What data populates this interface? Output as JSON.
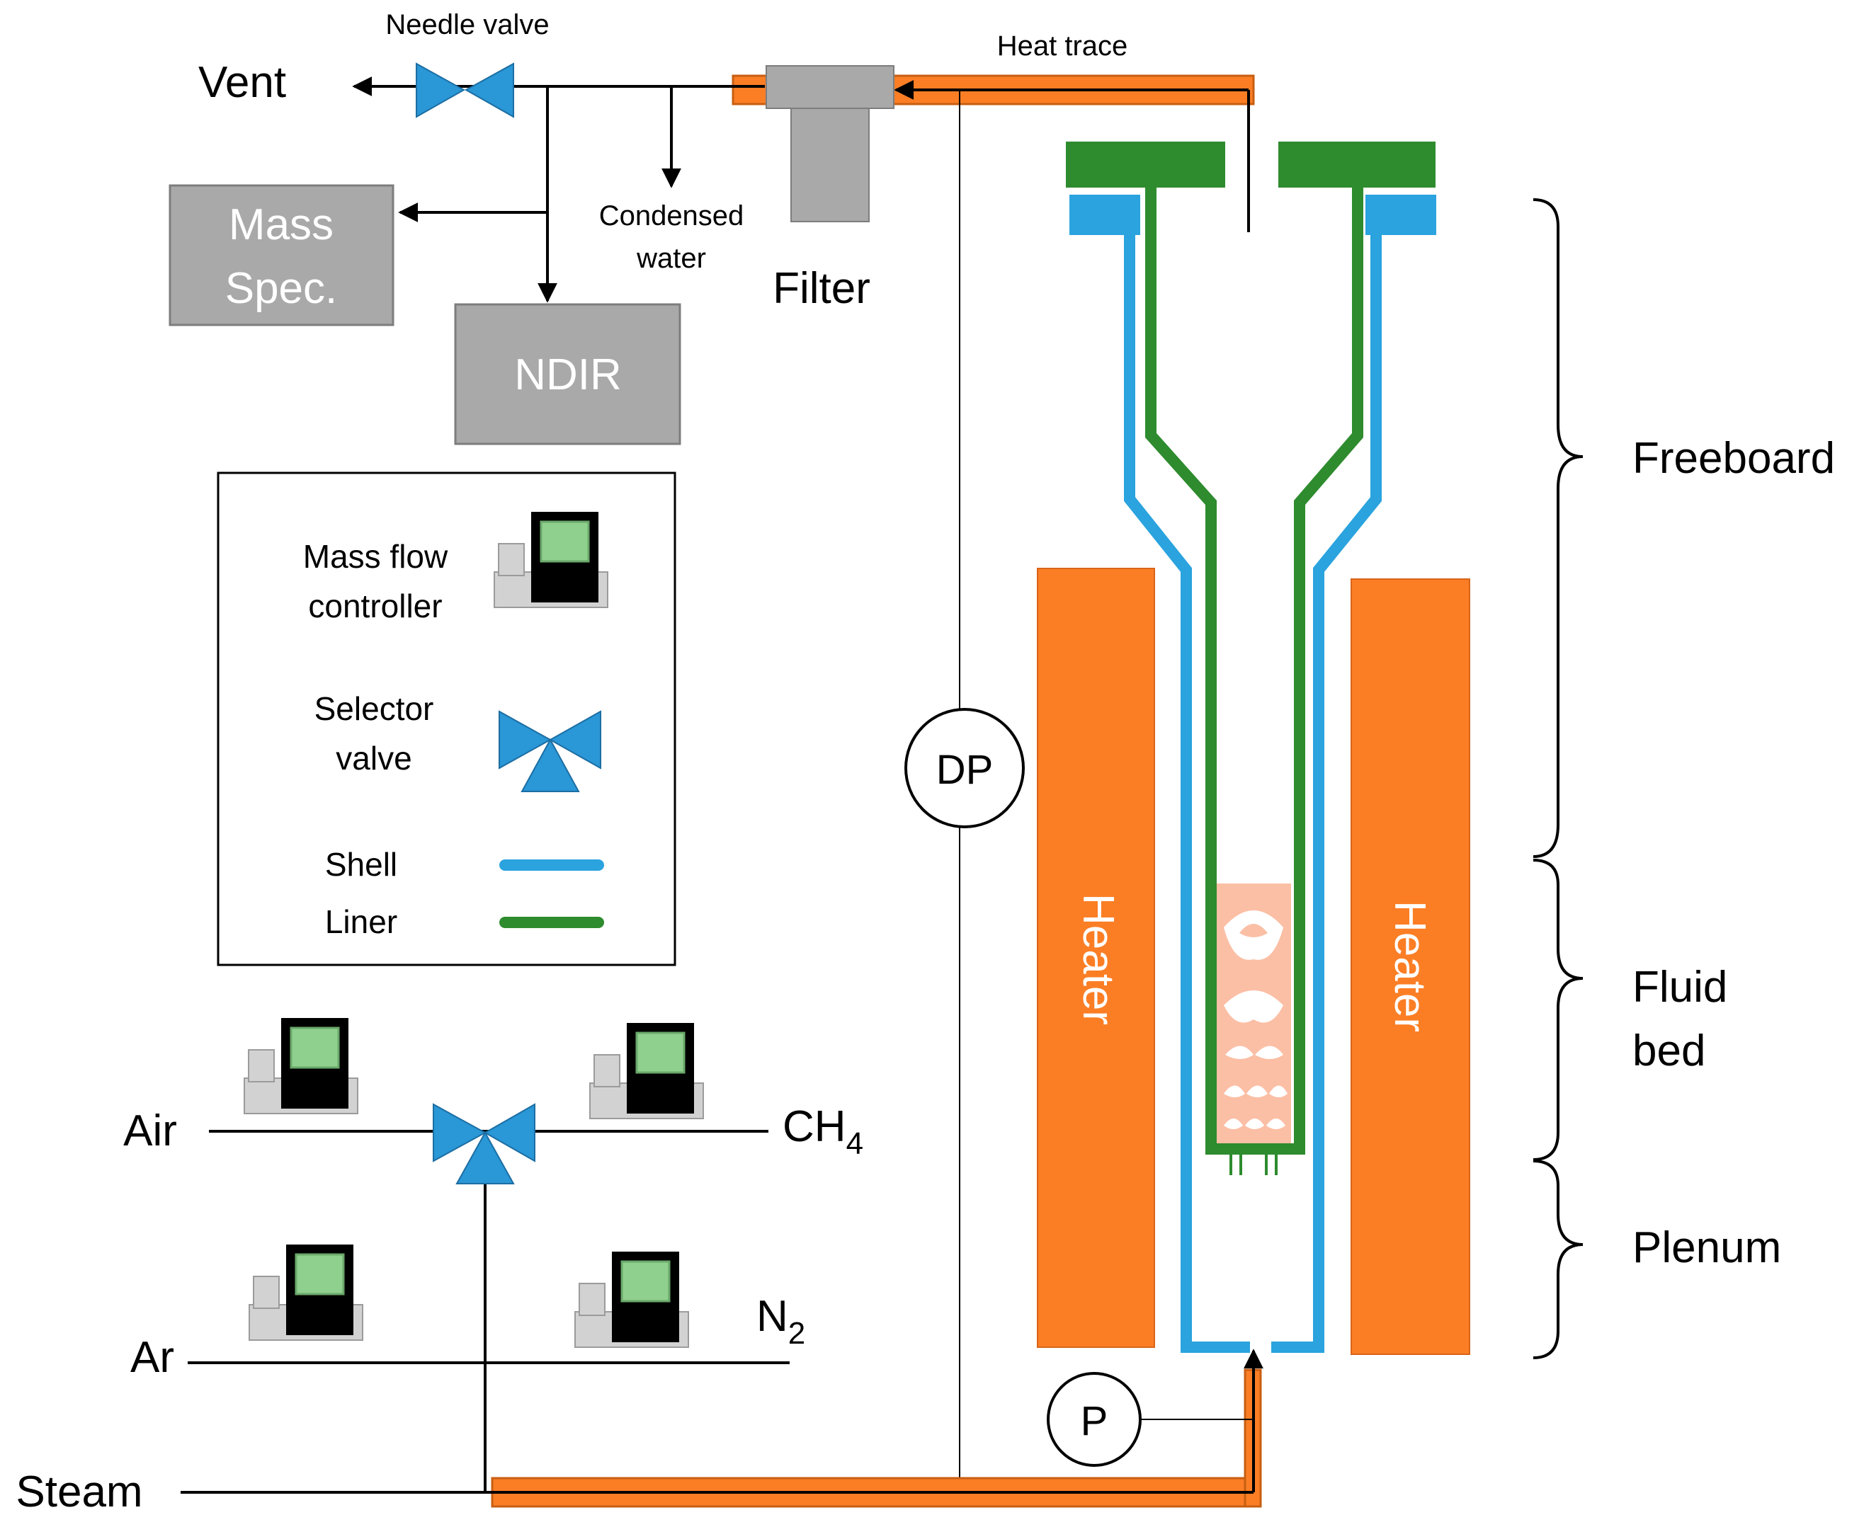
{
  "labels": {
    "needle_valve": "Needle valve",
    "vent": "Vent",
    "heat_trace": "Heat trace",
    "mass_spec_line1": "Mass",
    "mass_spec_line2": "Spec.",
    "condensed_line1": "Condensed",
    "condensed_line2": "water",
    "filter": "Filter",
    "ndir": "NDIR",
    "dp": "DP",
    "p": "P",
    "heater_left": "Heater",
    "heater_right": "Heater",
    "freeboard": "Freeboard",
    "fluid_line1": "Fluid",
    "fluid_line2": "bed",
    "plenum": "Plenum",
    "air": "Air",
    "ch4_main": "CH",
    "ch4_sub": "4",
    "ar": "Ar",
    "n2_main": "N",
    "n2_sub": "2",
    "steam": "Steam"
  },
  "legend": {
    "mfc_line1": "Mass flow",
    "mfc_line2": "controller",
    "selector_line1": "Selector",
    "selector_line2": "valve",
    "shell": "Shell",
    "liner": "Liner"
  },
  "colors": {
    "shell": "#2aa3de",
    "liner": "#2e8b2e",
    "heater": "#fb7e25",
    "heat_trace": "#fb7e25",
    "instrument": "#a9a9a9",
    "valve": "#2a97d6",
    "bed": "#fbbfa5",
    "mfc_screen": "#8fd08f"
  },
  "icons": {
    "valve": "bowtie-valve-icon",
    "selector": "selector-valve-icon",
    "mfc": "mass-flow-controller-icon"
  }
}
